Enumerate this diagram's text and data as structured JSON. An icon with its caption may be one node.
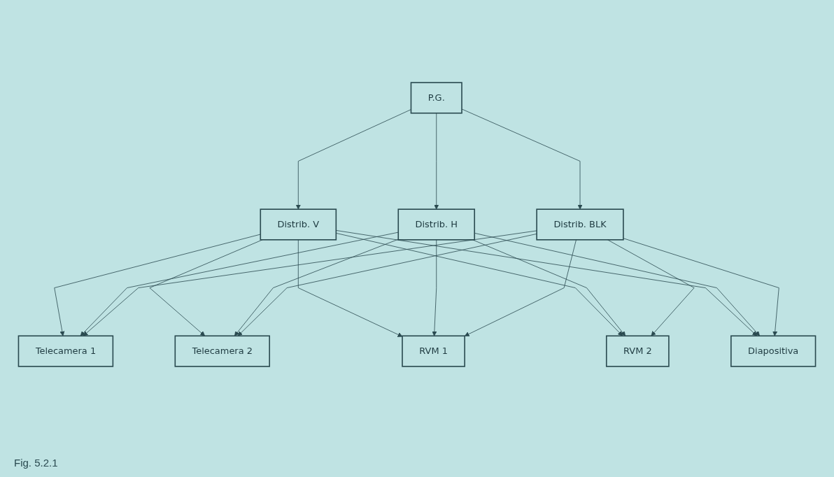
{
  "diagram": {
    "caption": "Fig. 5.2.1",
    "nodes": [
      {
        "text": [
          "P.G."
        ]
      },
      {
        "text": [
          "Distrib. V"
        ]
      },
      {
        "text": [
          "Distrib. H"
        ]
      },
      {
        "text": [
          "Distrib. BLK"
        ]
      },
      {
        "text": [
          "Telecamera 1"
        ]
      },
      {
        "text": [
          "Telecamera 2"
        ]
      },
      {
        "text": [
          "RVM 1"
        ]
      },
      {
        "text": [
          "RVM 2"
        ]
      },
      {
        "text": [
          "Diapositiva"
        ]
      }
    ],
    "edges": [
      {
        "from": 0,
        "to": 1,
        "arrow": "to"
      },
      {
        "from": 0,
        "to": 2,
        "arrow": "to"
      },
      {
        "from": 0,
        "to": 3,
        "arrow": "to"
      },
      {
        "from": 1,
        "to": 4,
        "arrow": "to"
      },
      {
        "from": 1,
        "to": 5,
        "arrow": "to"
      },
      {
        "from": 1,
        "to": 6,
        "arrow": "to"
      },
      {
        "from": 1,
        "to": 7,
        "arrow": "to"
      },
      {
        "from": 1,
        "to": 8,
        "arrow": "to"
      },
      {
        "from": 2,
        "to": 4,
        "arrow": "to"
      },
      {
        "from": 2,
        "to": 5,
        "arrow": "to"
      },
      {
        "from": 2,
        "to": 6,
        "arrow": "to"
      },
      {
        "from": 2,
        "to": 7,
        "arrow": "to"
      },
      {
        "from": 2,
        "to": 8,
        "arrow": "to"
      },
      {
        "from": 3,
        "to": 4,
        "arrow": "to"
      },
      {
        "from": 3,
        "to": 5,
        "arrow": "to"
      },
      {
        "from": 3,
        "to": 6,
        "arrow": "to"
      },
      {
        "from": 3,
        "to": 7,
        "arrow": "to"
      },
      {
        "from": 3,
        "to": 8,
        "arrow": "to"
      }
    ]
  }
}
